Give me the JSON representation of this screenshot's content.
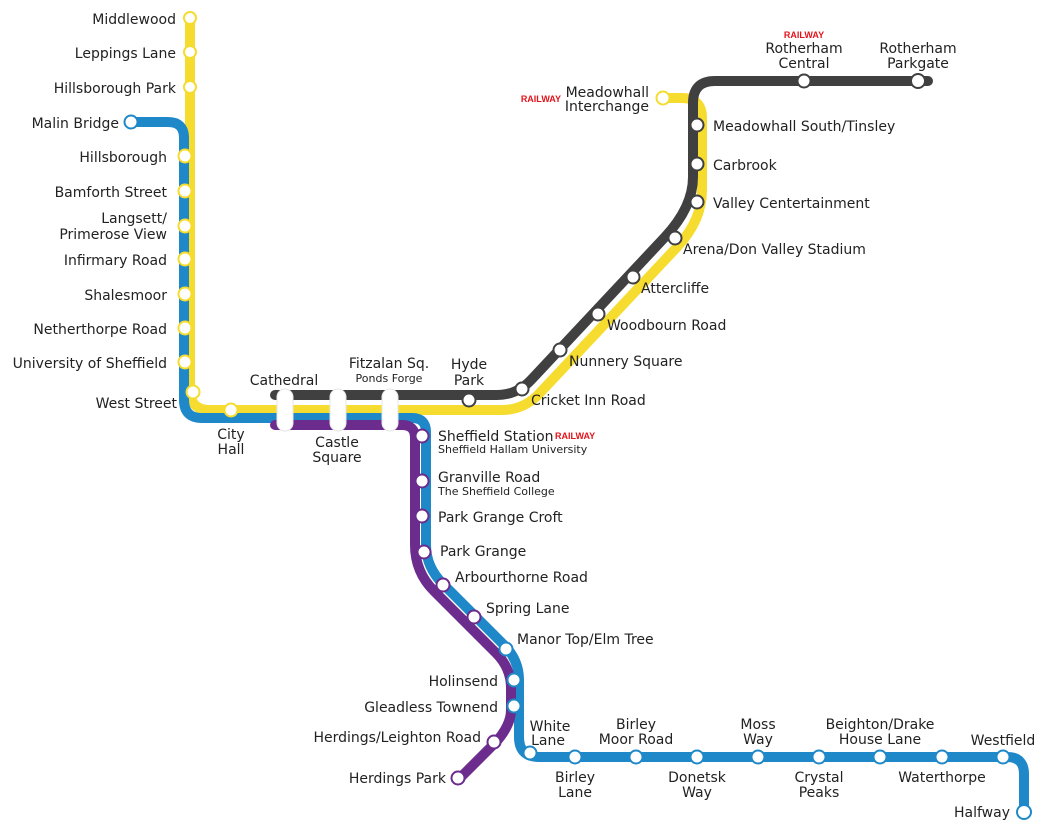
{
  "colors": {
    "yellow_route": "#f6dc2f",
    "blue_route": "#1e88c9",
    "purple_route": "#6b2c8e",
    "tram_train": "#404040",
    "railway_tag": "#e3131b",
    "stop_fill": "#ffffff"
  },
  "railway_tag": "RAILWAY",
  "stations": {
    "middlewood": "Middlewood",
    "leppings_lane": "Leppings Lane",
    "hillsborough_park": "Hillsborough Park",
    "malin_bridge": "Malin Bridge",
    "hillsborough": "Hillsborough",
    "bamforth_street": "Bamforth Street",
    "langsett_1": "Langsett/",
    "langsett_2": "Primerose View",
    "infirmary_road": "Infirmary Road",
    "shalesmoor": "Shalesmoor",
    "netherthorpe_road": "Netherthorpe Road",
    "university": "University of Sheffield",
    "west_street": "West Street",
    "city_hall_1": "City",
    "city_hall_2": "Hall",
    "cathedral": "Cathedral",
    "castle_square_1": "Castle",
    "castle_square_2": "Square",
    "fitzalan": "Fitzalan Sq.",
    "fitzalan_sub": "Ponds Forge",
    "hyde_park_1": "Hyde",
    "hyde_park_2": "Park",
    "cricket_inn_road": "Cricket Inn Road",
    "nunnery_square": "Nunnery Square",
    "woodbourn_road": "Woodbourn Road",
    "attercliffe": "Attercliffe",
    "arena": "Arena/Don Valley Stadium",
    "valley_centertainment": "Valley Centertainment",
    "carbrook": "Carbrook",
    "meadowhall_south": "Meadowhall South/Tinsley",
    "meadowhall_1": "Meadowhall",
    "meadowhall_2": "Interchange",
    "rotherham_central_1": "Rotherham",
    "rotherham_central_2": "Central",
    "rotherham_parkgate_1": "Rotherham",
    "rotherham_parkgate_2": "Parkgate",
    "sheffield_station": "Sheffield Station",
    "sheffield_station_sub": "Sheffield Hallam University",
    "granville_road": "Granville Road",
    "granville_road_sub": "The Sheffield College",
    "park_grange_croft": "Park Grange Croft",
    "park_grange": "Park Grange",
    "arbourthorne_road": "Arbourthorne Road",
    "spring_lane": "Spring Lane",
    "manor_top": "Manor Top/Elm Tree",
    "hollinsend": "Holinsend",
    "gleadless_townend": "Gleadless Townend",
    "herdings_leighton": "Herdings/Leighton Road",
    "herdings_park": "Herdings Park",
    "white_lane_1": "White",
    "white_lane_2": "Lane",
    "birley_lane_1": "Birley",
    "birley_lane_2": "Lane",
    "birley_moor_1": "Birley",
    "birley_moor_2": "Moor Road",
    "donetsk_1": "Donetsk",
    "donetsk_2": "Way",
    "moss_way_1": "Moss",
    "moss_way_2": "Way",
    "crystal_peaks_1": "Crystal",
    "crystal_peaks_2": "Peaks",
    "beighton_1": "Beighton/Drake",
    "beighton_2": "House Lane",
    "waterthorpe": "Waterthorpe",
    "westfield": "Westfield",
    "halfway": "Halfway"
  }
}
